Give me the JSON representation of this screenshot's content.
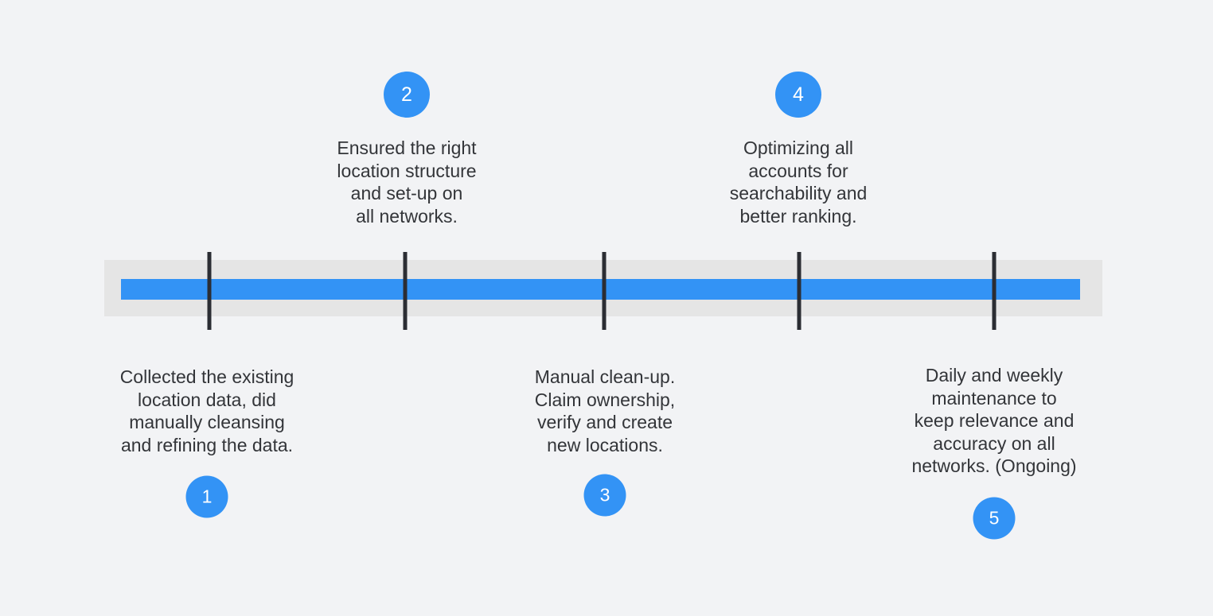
{
  "page": {
    "title": "Location data management process timeline",
    "background_color": "#f2f3f5",
    "text_color": "#333539",
    "accent_color": "#3393f5",
    "track_color": "#e5e5e5",
    "tick_color": "#2b2d33"
  },
  "timeline": {
    "orientation": "horizontal",
    "step_count": 5,
    "steps": [
      {
        "number": "1",
        "position": "below",
        "text": "Collected the existing\nlocation data, did\nmanually cleansing\nand refining the data."
      },
      {
        "number": "2",
        "position": "above",
        "text": "Ensured the right\nlocation structure\nand set-up on\nall networks."
      },
      {
        "number": "3",
        "position": "below",
        "text": "Manual clean-up.\nClaim ownership,\nverify and create\nnew locations."
      },
      {
        "number": "4",
        "position": "above",
        "text": "Optimizing all\naccounts for\nsearchability and\nbetter ranking."
      },
      {
        "number": "5",
        "position": "below",
        "text": "Daily and weekly\nmaintenance to\nkeep relevance and\naccuracy on all\nnetworks. (Ongoing)"
      }
    ]
  }
}
